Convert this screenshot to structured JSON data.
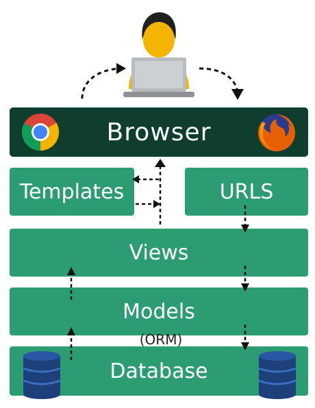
{
  "browser": {
    "label": "Browser"
  },
  "templates": {
    "label": "Templates"
  },
  "urls": {
    "label": "URLS"
  },
  "views": {
    "label": "Views"
  },
  "models": {
    "label": "Models",
    "sublabel": "(ORM)"
  },
  "database": {
    "label": "Database"
  },
  "colors": {
    "browser_bar": "#0f3d2e",
    "component": "#2c9c72",
    "database_icon": "#1d3f7a",
    "arrows": "#111111"
  },
  "icons": [
    "user-at-laptop-icon",
    "chrome-icon",
    "firefox-icon",
    "database-cylinder-icon"
  ]
}
